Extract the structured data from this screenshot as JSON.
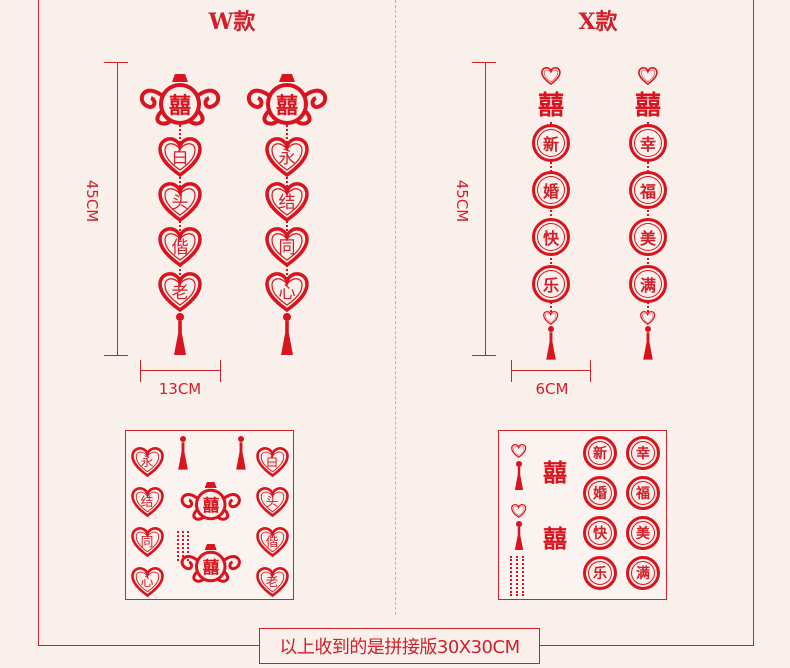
{
  "sections": {
    "w": {
      "title": "W款",
      "height_label": "45CM",
      "width_label": "13CM",
      "pendants": [
        {
          "top": "囍",
          "chars": [
            "白",
            "头",
            "偕",
            "老"
          ]
        },
        {
          "top": "囍",
          "chars": [
            "永",
            "结",
            "同",
            "心"
          ]
        }
      ]
    },
    "x": {
      "title": "X款",
      "height_label": "45CM",
      "width_label": "6CM",
      "pendants": [
        {
          "top": "囍",
          "chars": [
            "新",
            "婚",
            "快",
            "乐"
          ]
        },
        {
          "top": "囍",
          "chars": [
            "幸",
            "福",
            "美",
            "满"
          ]
        }
      ]
    }
  },
  "footer_note": "以上收到的是拼接版30X30CM",
  "colors": {
    "accent": "#d8141e",
    "background": "#f9f0ec"
  }
}
